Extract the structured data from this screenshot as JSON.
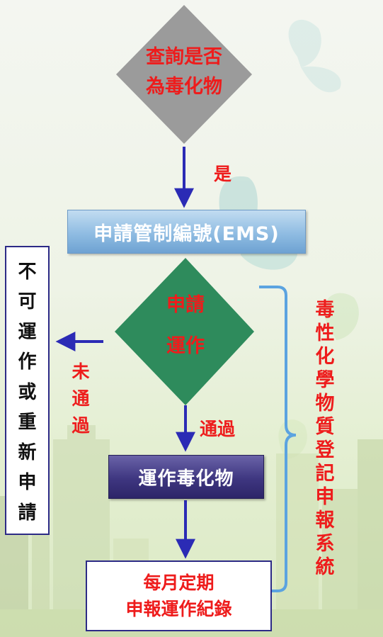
{
  "diamond_top": {
    "line1": "查詢是否",
    "line2": "為毒化物"
  },
  "label_yes": "是",
  "box_ems": "申請管制編號(EMS)",
  "diamond_apply": {
    "line1": "申請",
    "line2": "運作"
  },
  "label_pass": "通過",
  "label_fail": [
    "未",
    "通",
    "過"
  ],
  "box_left": [
    "不",
    "可",
    "運",
    "作",
    "或",
    "重",
    "新",
    "申",
    "請"
  ],
  "box_operate": "運作毒化物",
  "box_monthly": {
    "line1": "每月定期",
    "line2": "申報運作紀錄"
  },
  "system_label": [
    "毒",
    "性",
    "化",
    "學",
    "物",
    "質",
    "登",
    "記",
    "申",
    "報",
    "系",
    "統"
  ],
  "colors": {
    "red_text": "#ee1c1c",
    "gray_diamond": "#9b9b9b",
    "green_diamond": "#2e8b5c",
    "arrow_blue": "#2b2bb5",
    "bracket_blue": "#5ba3e0"
  }
}
